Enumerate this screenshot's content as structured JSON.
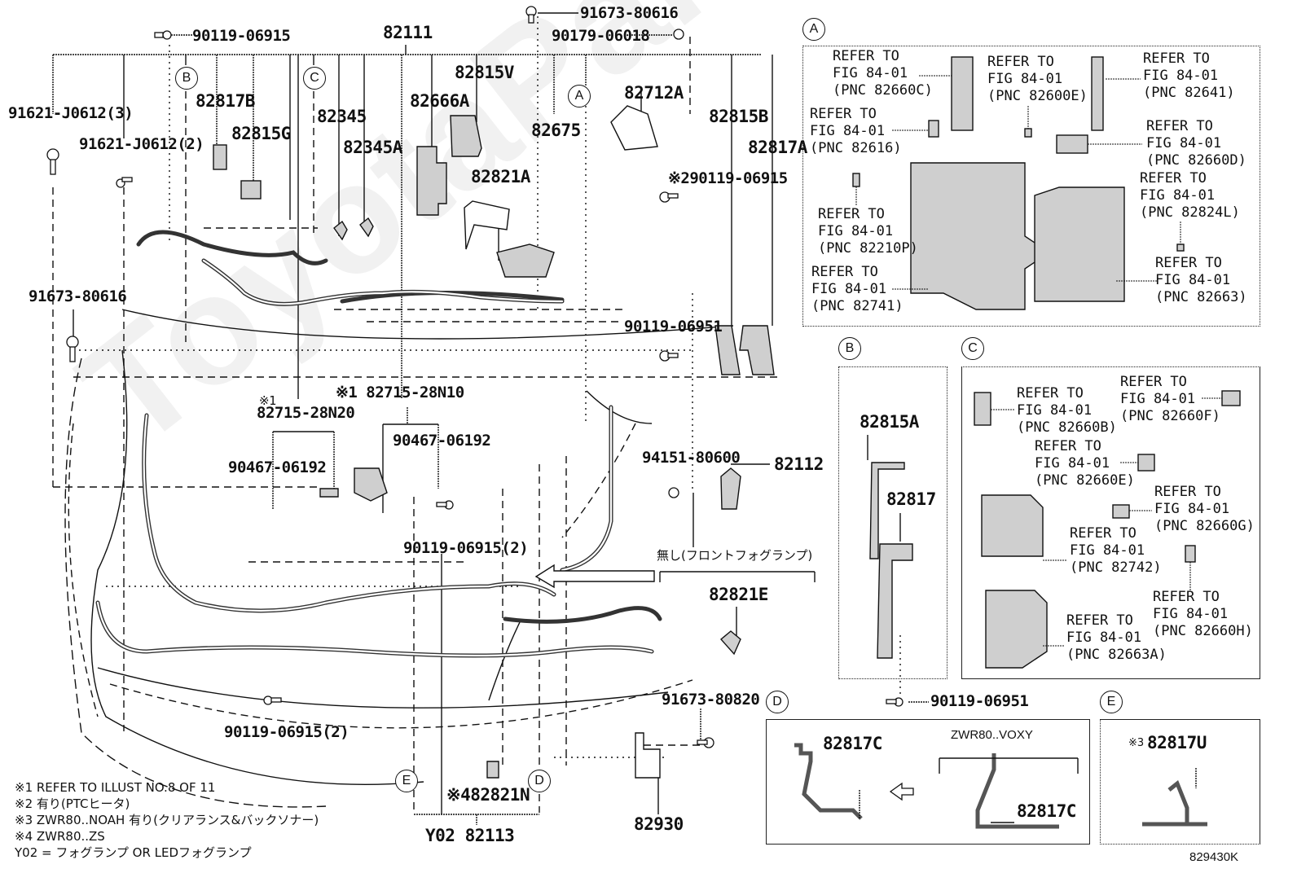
{
  "watermark": "ToyotaPartsDeal",
  "figure_id": "829430K",
  "main_labels": {
    "p_82111": "82111",
    "p_90119_06915_top": "90119-06915",
    "p_91673_80616_top": "91673-80616",
    "p_90179_06018": "90179-06018",
    "p_91621_J0612_3": "91621-J0612(3)",
    "p_91621_J0612_2": "91621-J0612(2)",
    "p_82817B": "82817B",
    "p_82815G": "82815G",
    "p_82345": "82345",
    "p_82345A": "82345A",
    "p_82666A": "82666A",
    "p_82815V": "82815V",
    "p_82675": "82675",
    "p_82712A": "82712A",
    "p_82815B": "82815B",
    "p_82817A": "82817A",
    "p_82821A": "82821A",
    "p_90119_06915_n2": "※290119-06915",
    "p_91673_80616_left": "91673-80616",
    "p_90119_06951_mid": "90119-06951",
    "p_82715_28N20_mark": "※1",
    "p_82715_28N20": "82715-28N20",
    "p_82715_28N10": "※1 82715-28N10",
    "p_90467_06192_left": "90467-06192",
    "p_90467_06192_right": "90467-06192",
    "p_90119_06915_2_mid": "90119-06915(2)",
    "p_94151_80600": "94151-80600",
    "p_82112": "82112",
    "p_no_fog": "無し(フロントフォグランプ)",
    "p_82821E": "82821E",
    "p_91673_80820": "91673-80820",
    "p_90119_06915_2_bottom": "90119-06915(2)",
    "p_82821N": "※482821N",
    "p_82930": "82930",
    "p_Y02_82113": "Y02 82113"
  },
  "callouts": {
    "A": "A",
    "B": "B",
    "C": "C",
    "D": "D",
    "E": "E"
  },
  "panel_A": {
    "refs": [
      "REFER TO\nFIG 84-01\n(PNC 82660C)",
      "REFER TO\nFIG 84-01\n(PNC 82600E)",
      "REFER TO\nFIG 84-01\n(PNC 82641)",
      "REFER TO\nFIG 84-01\n(PNC 82616)",
      "REFER TO\nFIG 84-01\n(PNC 82660D)",
      "REFER TO\nFIG 84-01\n(PNC 82824L)",
      "REFER TO\nFIG 84-01\n(PNC 82210P)",
      "REFER TO\nFIG 84-01\n(PNC 82741)",
      "REFER TO\nFIG 84-01\n(PNC 82663)"
    ]
  },
  "panel_B": {
    "labels": [
      "82815A",
      "82817"
    ],
    "screw": "90119-06951"
  },
  "panel_C": {
    "refs": [
      "REFER TO\nFIG 84-01\n(PNC 82660B)",
      "REFER TO\nFIG 84-01\n(PNC 82660F)",
      "REFER TO\nFIG 84-01\n(PNC 82660E)",
      "REFER TO\nFIG 84-01\n(PNC 82660G)",
      "REFER TO\nFIG 84-01\n(PNC 82742)",
      "REFER TO\nFIG 84-01\n(PNC 82660H)",
      "REFER TO\nFIG 84-01\n(PNC 82663A)"
    ]
  },
  "panel_D": {
    "left_label": "82817C",
    "variant": "ZWR80..VOXY",
    "right_label": "82817C"
  },
  "panel_E": {
    "mark": "※3",
    "label": "82817U"
  },
  "notes": [
    "※1 REFER TO ILLUST NO.8 OF 11",
    "※2 有り(PTCヒータ)",
    "※3 ZWR80..NOAH 有り(クリアランス&バックソナー)",
    "※4 ZWR80..ZS",
    "Y02 = フォグランプ OR LEDフォグランプ"
  ]
}
